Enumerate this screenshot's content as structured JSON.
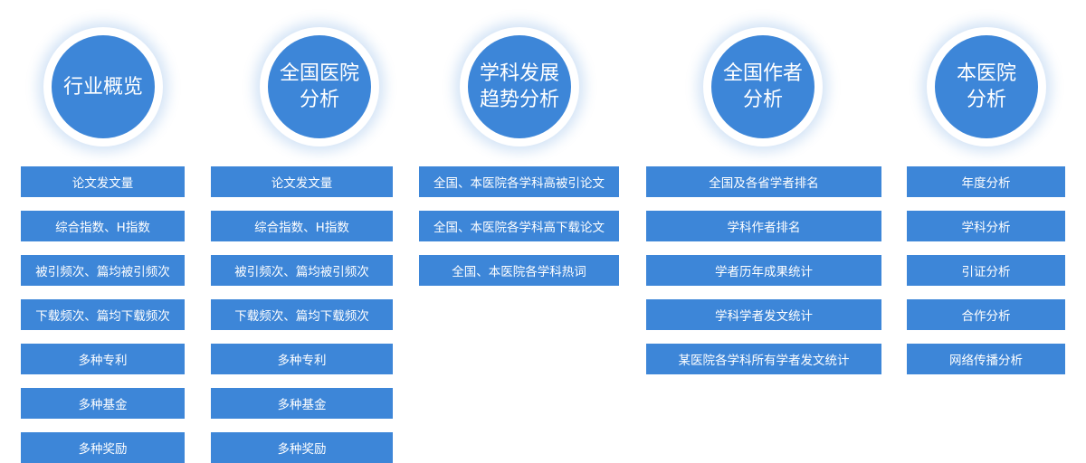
{
  "categories": [
    {
      "title": "行业概览",
      "items": [
        "论文发文量",
        "综合指数、H指数",
        "被引频次、篇均被引频次",
        "下载频次、篇均下载频次",
        "多种专利",
        "多种基金",
        "多种奖励"
      ]
    },
    {
      "title": "全国医院\n分析",
      "items": [
        "论文发文量",
        "综合指数、H指数",
        "被引频次、篇均被引频次",
        "下载频次、篇均下载频次",
        "多种专利",
        "多种基金",
        "多种奖励"
      ]
    },
    {
      "title": "学科发展\n趋势分析",
      "items": [
        "全国、本医院各学科高被引论文",
        "全国、本医院各学科高下载论文",
        "全国、本医院各学科热词"
      ]
    },
    {
      "title": "全国作者\n分析",
      "items": [
        "全国及各省学者排名",
        "学科作者排名",
        "学者历年成果统计",
        "学科学者发文统计",
        "某医院各学科所有学者发文统计"
      ]
    },
    {
      "title": "本医院\n分析",
      "items": [
        "年度分析",
        "学科分析",
        "引证分析",
        "合作分析",
        "网络传播分析"
      ]
    }
  ],
  "colors": {
    "accent": "#3d86d8",
    "text_on_accent": "#ffffff",
    "background": "#ffffff"
  }
}
